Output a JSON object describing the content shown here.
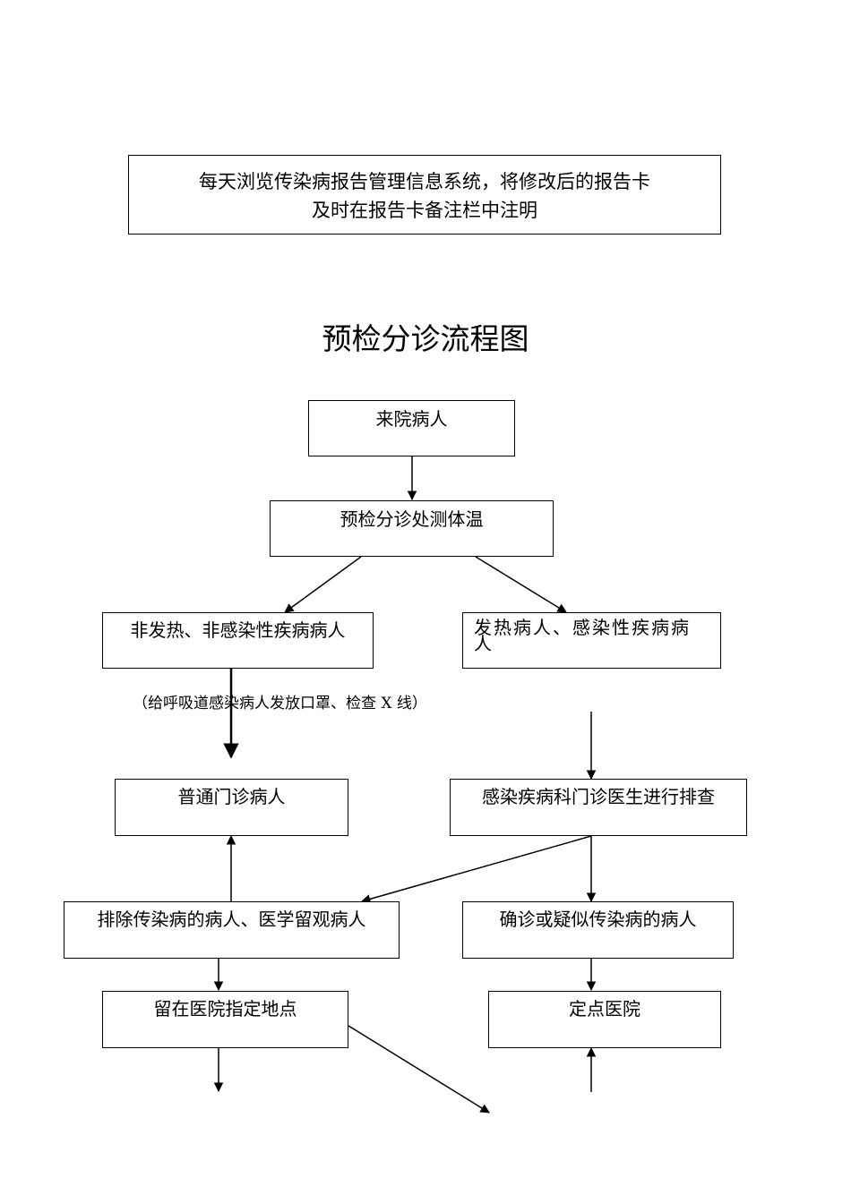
{
  "note": {
    "line1": "每天浏览传染病报告管理信息系统，将修改后的报告卡",
    "line2": "及时在报告卡备注栏中注明"
  },
  "title": "预检分诊流程图",
  "nodes": {
    "arrive": "来院病人",
    "triage": "预检分诊处测体温",
    "non_fever": "非发热、非感染性疾病病人",
    "fever": "发热病人、感染性疾病病人",
    "general_clinic": "普通门诊病人",
    "infection_clinic": "感染疾病科门诊医生进行排查",
    "excluded": "排除传染病的病人、医学留观病人",
    "confirmed": "确诊或疑似传染病的病人",
    "stay": "留在医院指定地点",
    "designated": "定点医院"
  },
  "caption": "（给呼吸道感染病人发放口罩、检查 X 线）"
}
